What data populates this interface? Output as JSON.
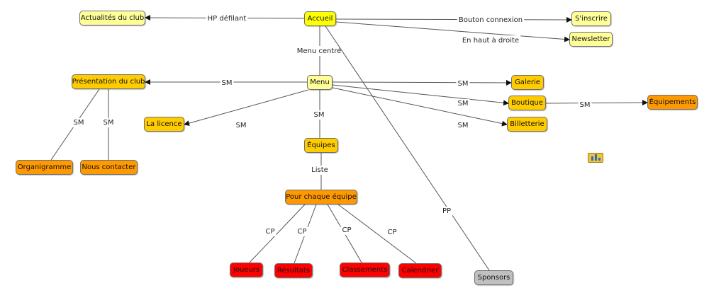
{
  "colors": {
    "root": "#ffff00",
    "light": "#ffff99",
    "mid": "#ffcc00",
    "orange": "#ff9900",
    "red": "#ff0000",
    "grey": "#c0c0c0"
  },
  "nodes": [
    {
      "id": "accueil",
      "label": "Accueil",
      "color": "root"
    },
    {
      "id": "actualites",
      "label": "Actualités du club",
      "color": "light"
    },
    {
      "id": "sinscrire",
      "label": "S'inscrire",
      "color": "light"
    },
    {
      "id": "newsletter",
      "label": "Newsletter",
      "color": "light"
    },
    {
      "id": "menu",
      "label": "Menu",
      "color": "light"
    },
    {
      "id": "presentation",
      "label": "Présentation du club",
      "color": "mid"
    },
    {
      "id": "galerie",
      "label": "Galerie",
      "color": "mid"
    },
    {
      "id": "boutique",
      "label": "Boutique",
      "color": "mid"
    },
    {
      "id": "equipements",
      "label": "Équipements",
      "color": "orange"
    },
    {
      "id": "billetterie",
      "label": "Billetterie",
      "color": "mid"
    },
    {
      "id": "licence",
      "label": "La licence",
      "color": "mid"
    },
    {
      "id": "equipes",
      "label": "Équipes",
      "color": "mid"
    },
    {
      "id": "organigramme",
      "label": "Organigramme",
      "color": "orange"
    },
    {
      "id": "contacter",
      "label": "Nous contacter",
      "color": "orange"
    },
    {
      "id": "chaque",
      "label": "Pour chaque équipe",
      "color": "orange"
    },
    {
      "id": "joueurs",
      "label": "Joueurs",
      "color": "red"
    },
    {
      "id": "resultats",
      "label": "Résultats",
      "color": "red"
    },
    {
      "id": "classements",
      "label": "Classements",
      "color": "red"
    },
    {
      "id": "calendrier",
      "label": "Calendrier",
      "color": "red"
    },
    {
      "id": "sponsors",
      "label": "Sponsors",
      "color": "grey"
    }
  ],
  "edges": [
    {
      "from": "accueil",
      "to": "actualites",
      "label": "HP défilant",
      "arrow": true
    },
    {
      "from": "accueil",
      "to": "sinscrire",
      "label": "Bouton connexion",
      "arrow": true
    },
    {
      "from": "accueil",
      "to": "newsletter",
      "label": "En haut à droite",
      "arrow": true
    },
    {
      "from": "accueil",
      "to": "menu",
      "label": "Menu centré",
      "arrow": false
    },
    {
      "from": "accueil",
      "to": "sponsors",
      "label": "PP",
      "arrow": false
    },
    {
      "from": "menu",
      "to": "presentation",
      "label": "SM",
      "arrow": true
    },
    {
      "from": "menu",
      "to": "galerie",
      "label": "SM",
      "arrow": true
    },
    {
      "from": "menu",
      "to": "boutique",
      "label": "SM",
      "arrow": true
    },
    {
      "from": "menu",
      "to": "billetterie",
      "label": "SM",
      "arrow": true
    },
    {
      "from": "menu",
      "to": "licence",
      "label": "SM",
      "arrow": true
    },
    {
      "from": "menu",
      "to": "equipes",
      "label": "SM",
      "arrow": false
    },
    {
      "from": "boutique",
      "to": "equipements",
      "label": "SM",
      "arrow": true
    },
    {
      "from": "presentation",
      "to": "organigramme",
      "label": "SM",
      "arrow": false
    },
    {
      "from": "presentation",
      "to": "contacter",
      "label": "SM",
      "arrow": false
    },
    {
      "from": "equipes",
      "to": "chaque",
      "label": "Liste",
      "arrow": false
    },
    {
      "from": "chaque",
      "to": "joueurs",
      "label": "CP",
      "arrow": false
    },
    {
      "from": "chaque",
      "to": "resultats",
      "label": "CP",
      "arrow": false
    },
    {
      "from": "chaque",
      "to": "classements",
      "label": "CP",
      "arrow": false
    },
    {
      "from": "chaque",
      "to": "calendrier",
      "label": "CP",
      "arrow": false
    }
  ],
  "icons": {
    "chart": "chart-icon"
  }
}
